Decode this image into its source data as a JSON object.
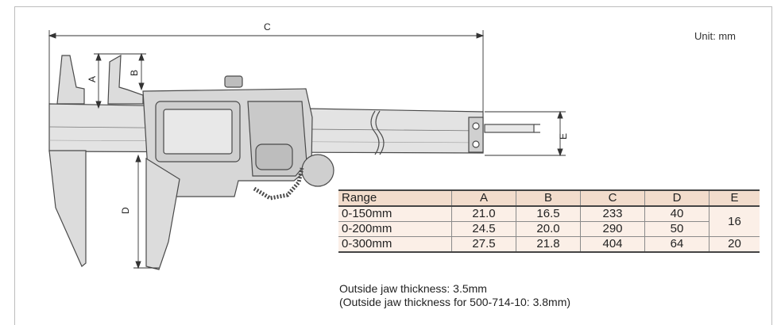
{
  "unit_label": "Unit: mm",
  "dimension_labels": {
    "a": "A",
    "b": "B",
    "c": "C",
    "d": "D",
    "e": "E"
  },
  "table": {
    "headers": [
      "Range",
      "A",
      "B",
      "C",
      "D",
      "E"
    ],
    "rows": [
      {
        "range": "0-150mm",
        "a": "21.0",
        "b": "16.5",
        "c": "233",
        "d": "40"
      },
      {
        "range": "0-200mm",
        "a": "24.5",
        "b": "20.0",
        "c": "290",
        "d": "50"
      },
      {
        "range": "0-300mm",
        "a": "27.5",
        "b": "21.8",
        "c": "404",
        "d": "64",
        "e": "20"
      }
    ],
    "e_shared_value": "16"
  },
  "notes": [
    "Outside jaw thickness: 3.5mm",
    "(Outside jaw thickness for 500-714-10: 3.8mm)"
  ]
}
